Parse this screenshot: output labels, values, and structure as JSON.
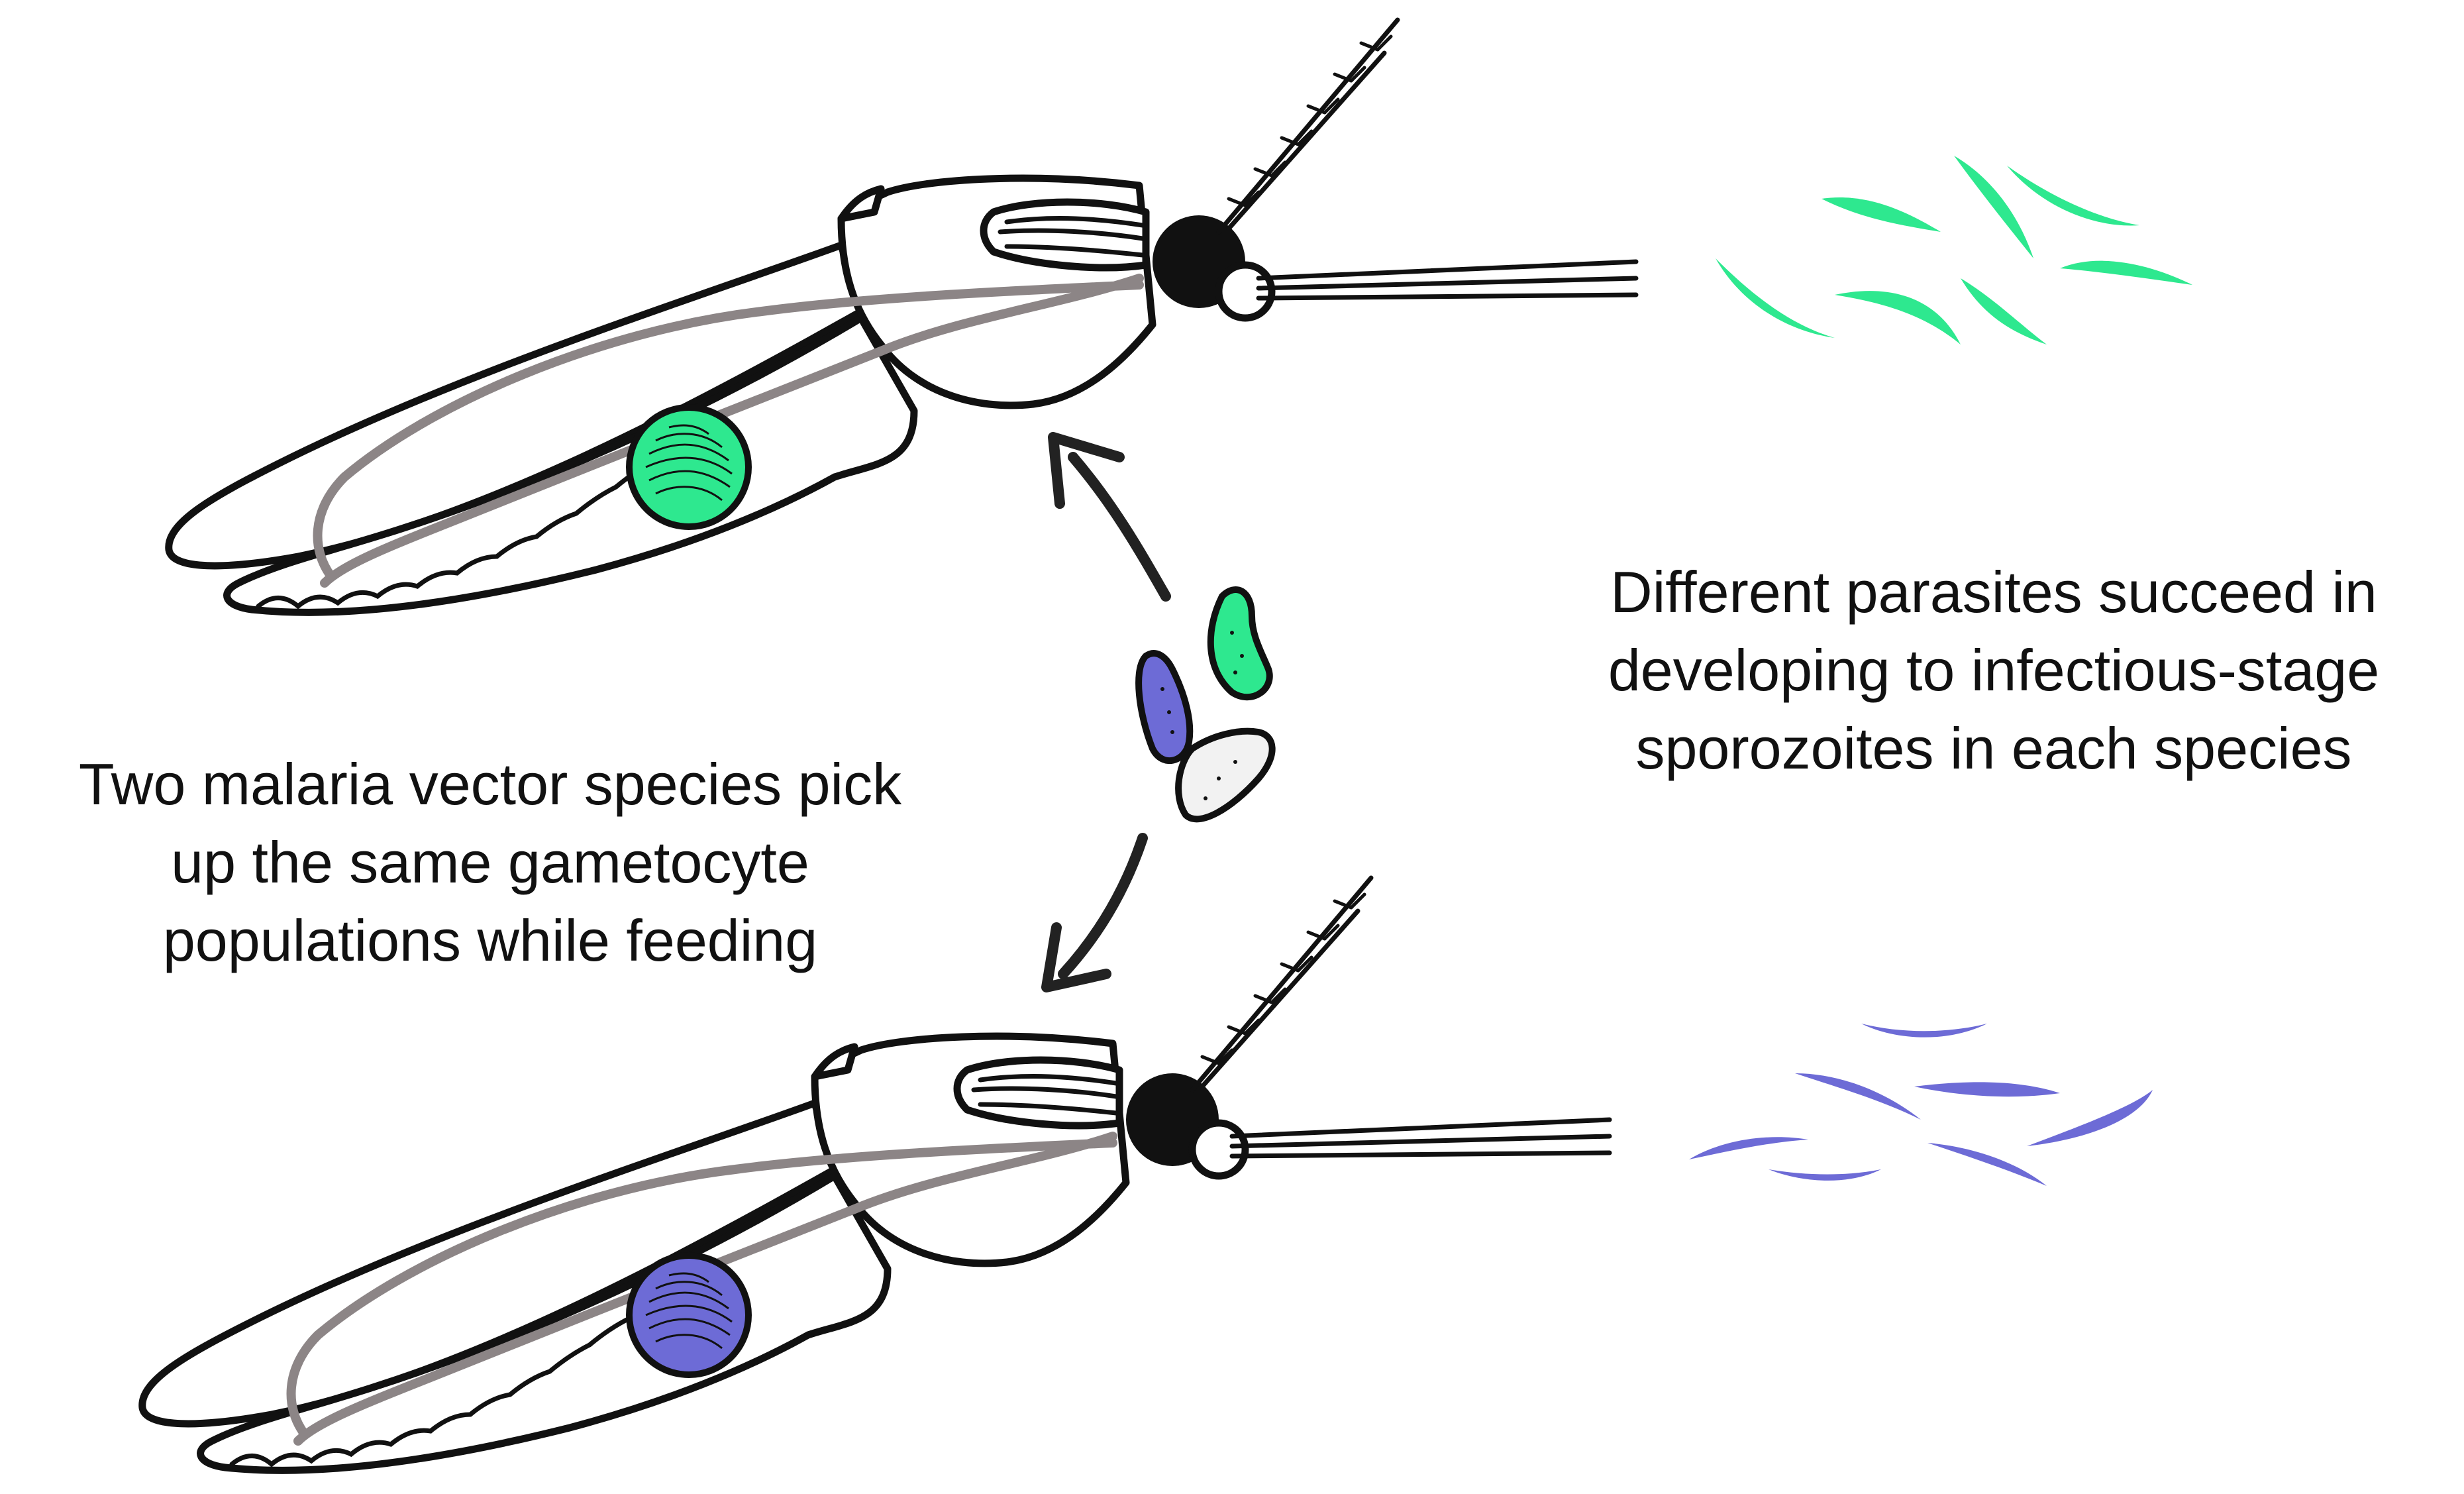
{
  "captions": {
    "left": [
      "Two malaria vector species pick",
      "up the same gametocyte",
      "populations while feeding"
    ],
    "right": [
      "Different parasites succeed in",
      "developing to infectious-stage",
      "sporozoites in each species"
    ]
  },
  "colors": {
    "green_parasite": "#2ee88f",
    "purple_parasite": "#6d6bd6",
    "white_parasite": "#f2f2f2",
    "gut_line": "#8c8586",
    "outline": "#111111"
  },
  "icons": [
    "mosquito-icon",
    "midgut-oocyst-icon",
    "gametocyte-icon",
    "sporozoite-icon",
    "arrow-icon"
  ]
}
